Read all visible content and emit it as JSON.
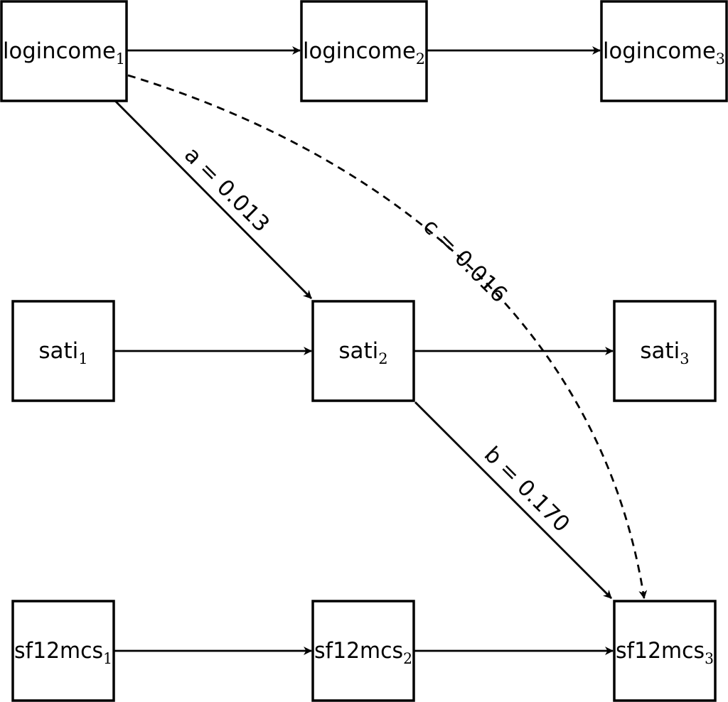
{
  "nodes": [
    {
      "id": "logincome1",
      "base": "logincome",
      "sub": "1"
    },
    {
      "id": "logincome2",
      "base": "logincome",
      "sub": "2"
    },
    {
      "id": "logincome3",
      "base": "logincome",
      "sub": "3"
    },
    {
      "id": "sati1",
      "base": "sati",
      "sub": "1"
    },
    {
      "id": "sati2",
      "base": "sati",
      "sub": "2"
    },
    {
      "id": "sati3",
      "base": "sati",
      "sub": "3"
    },
    {
      "id": "sf12mcs1",
      "base": "sf12mcs",
      "sub": "1"
    },
    {
      "id": "sf12mcs2",
      "base": "sf12mcs",
      "sub": "2"
    },
    {
      "id": "sf12mcs3",
      "base": "sf12mcs",
      "sub": "3"
    }
  ],
  "edges": [
    {
      "id": "logincome1-logincome2",
      "from": "logincome1",
      "to": "logincome2",
      "style": "solid"
    },
    {
      "id": "logincome2-logincome3",
      "from": "logincome2",
      "to": "logincome3",
      "style": "solid"
    },
    {
      "id": "sati1-sati2",
      "from": "sati1",
      "to": "sati2",
      "style": "solid"
    },
    {
      "id": "sati2-sati3",
      "from": "sati2",
      "to": "sati3",
      "style": "solid"
    },
    {
      "id": "sf12mcs1-sf12mcs2",
      "from": "sf12mcs1",
      "to": "sf12mcs2",
      "style": "solid"
    },
    {
      "id": "sf12mcs2-sf12mcs3",
      "from": "sf12mcs2",
      "to": "sf12mcs3",
      "style": "solid"
    },
    {
      "id": "path-a",
      "from": "logincome1",
      "to": "sati2",
      "style": "solid",
      "label": "a = 0.013"
    },
    {
      "id": "path-b",
      "from": "sati2",
      "to": "sf12mcs3",
      "style": "solid",
      "label": "b = 0.170"
    },
    {
      "id": "path-c",
      "from": "logincome1",
      "to": "sf12mcs3",
      "style": "dashed",
      "label": "c = 0.016"
    }
  ]
}
